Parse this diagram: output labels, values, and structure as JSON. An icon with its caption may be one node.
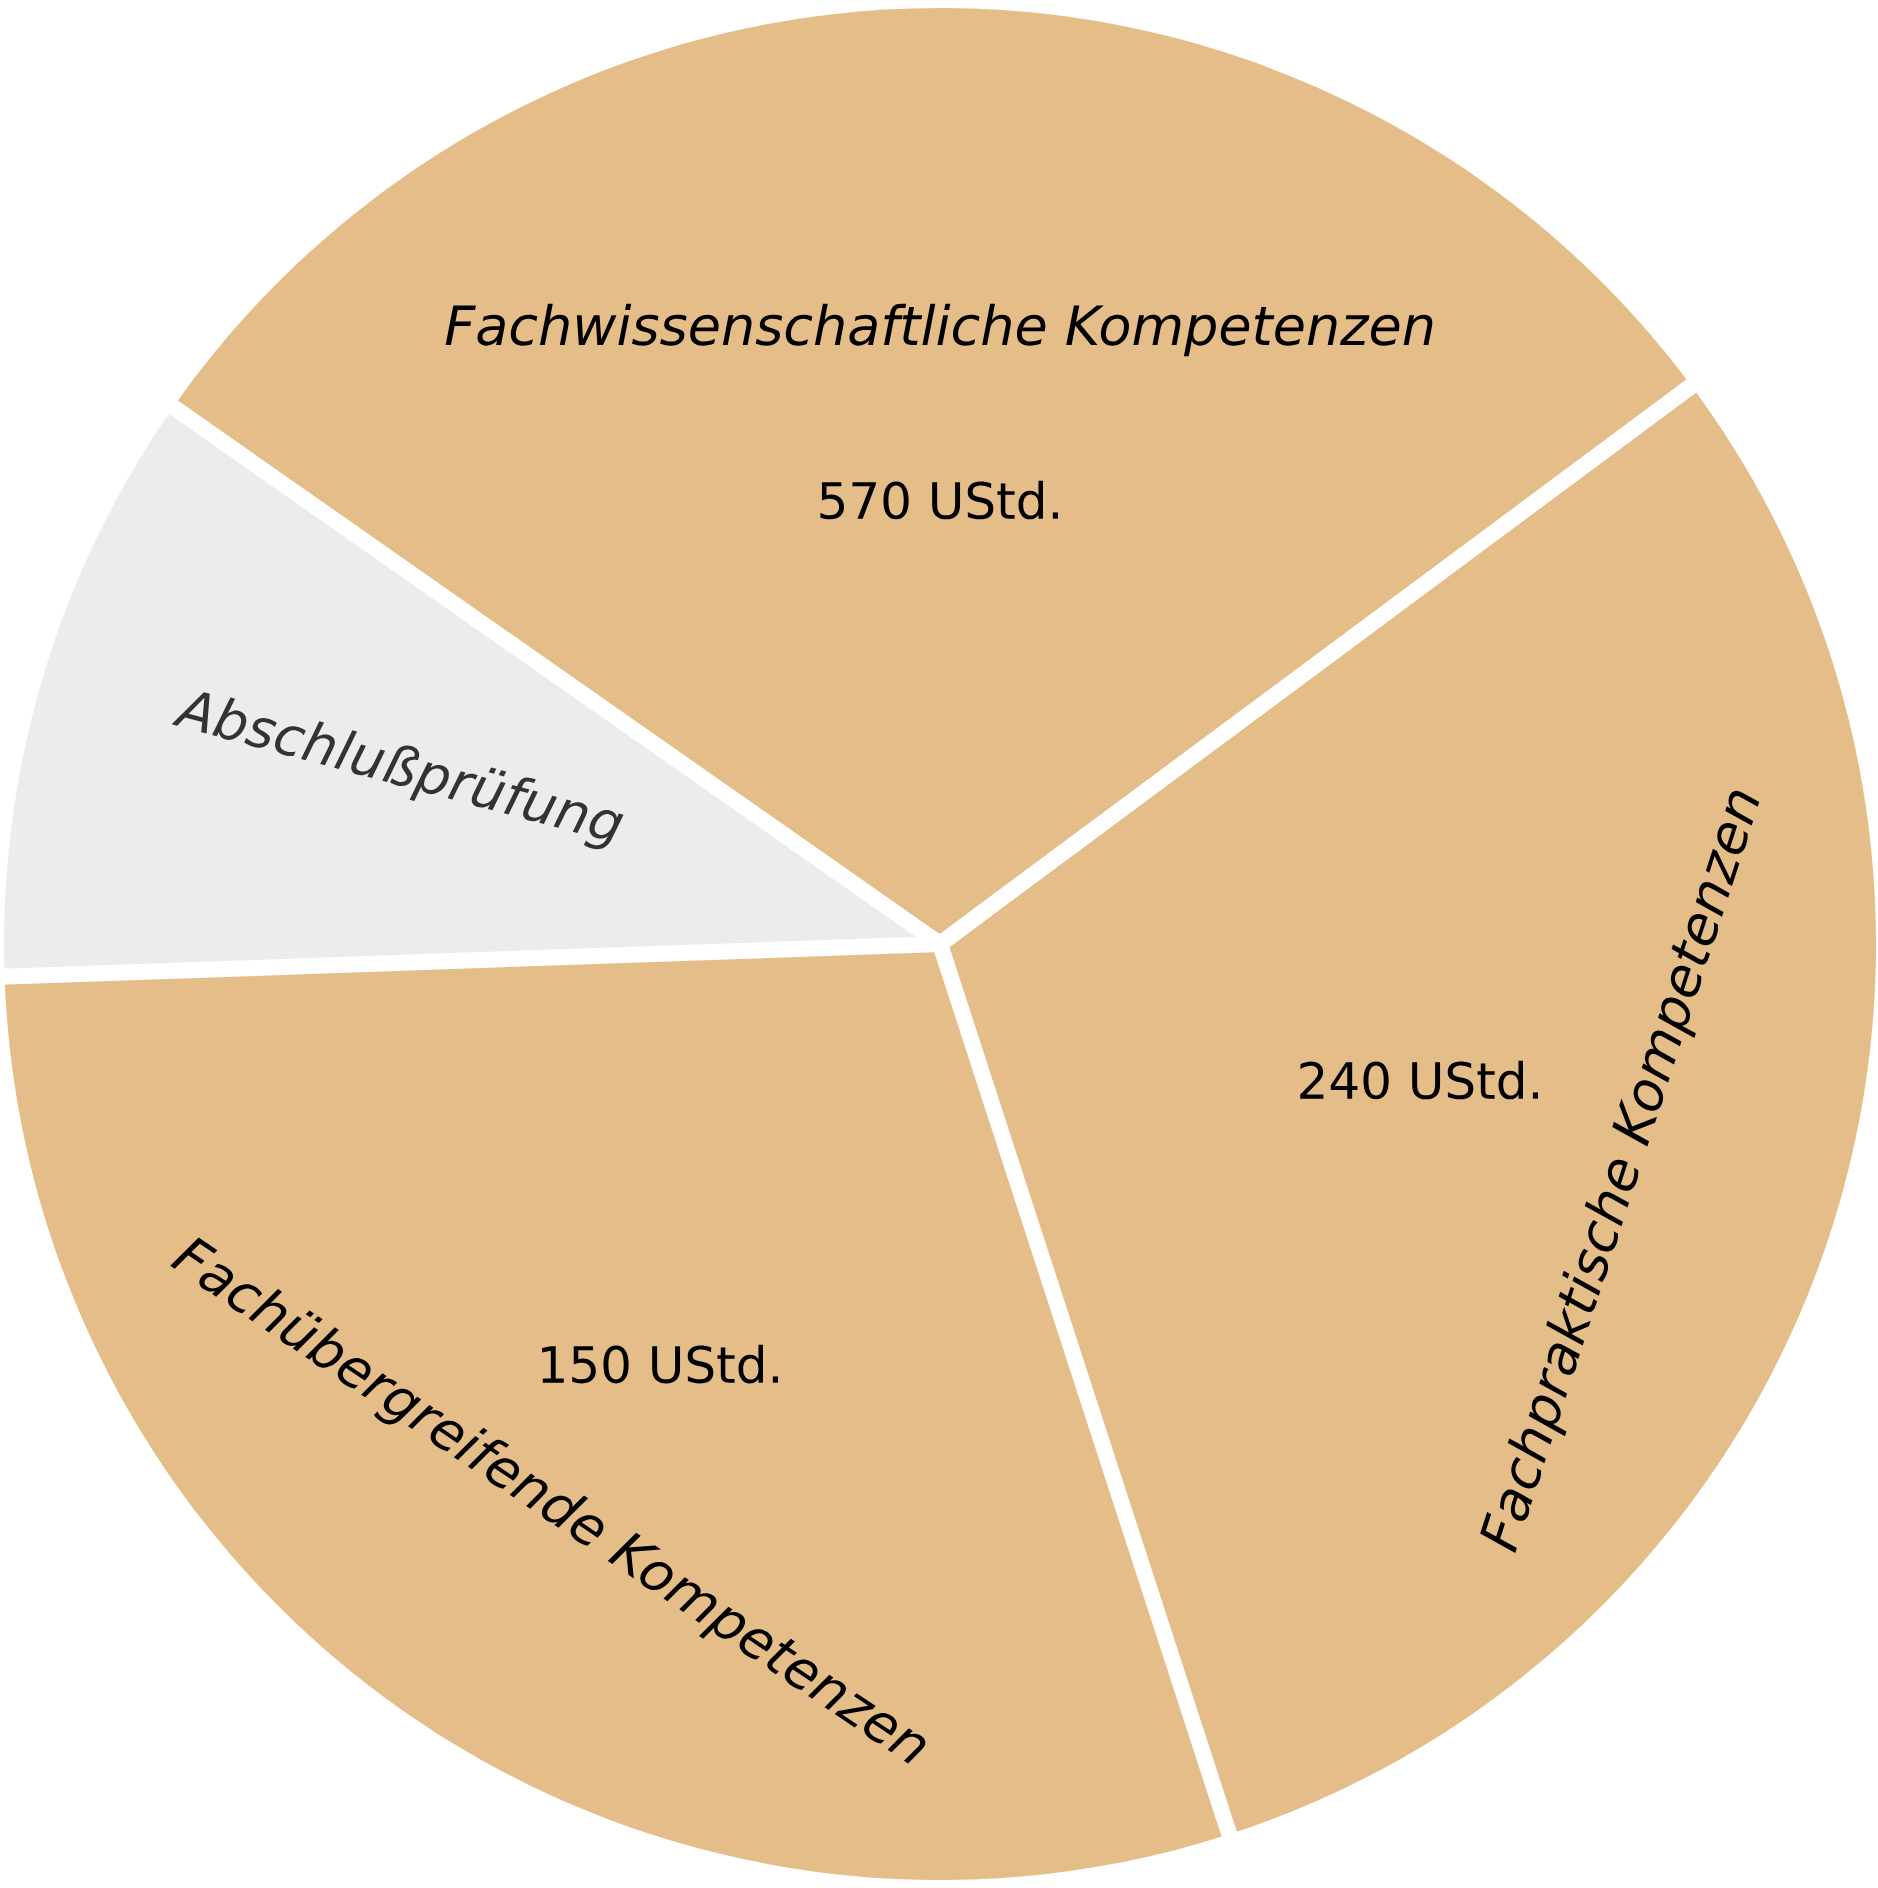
{
  "diagram": {
    "nodes": [
      {
        "text": [
          "Fachwissenschaftliche Kompetenzen",
          "570 UStd."
        ]
      },
      {
        "text": [
          "Abschlußprüfung"
        ]
      },
      {
        "text": [
          "Fachübergreifende Kompetenzen",
          "150 UStd."
        ]
      },
      {
        "text": [
          "Fachpraktische Kompetenzen",
          "240 UStd."
        ]
      }
    ]
  }
}
